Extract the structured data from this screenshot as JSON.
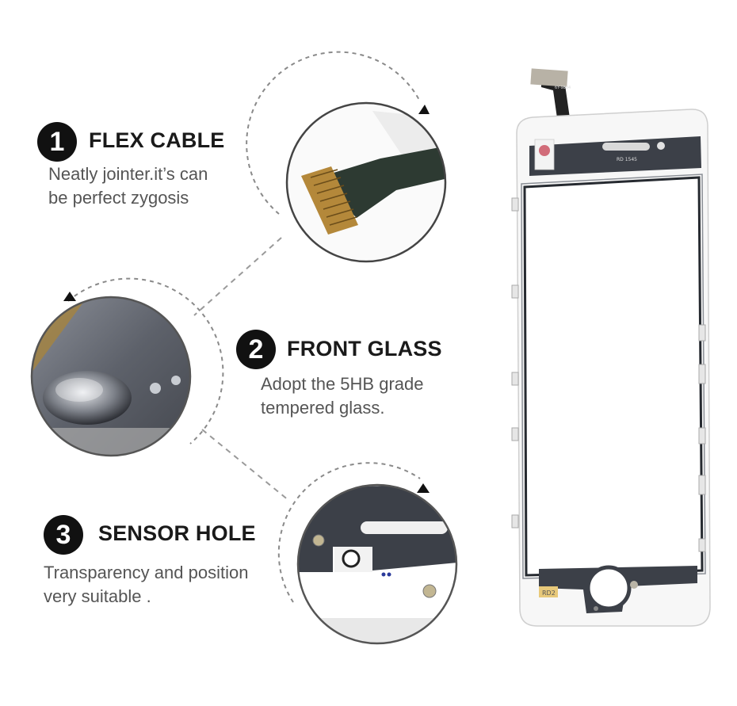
{
  "features": [
    {
      "number": "1",
      "title": "FLEX CABLE",
      "desc_lines": [
        "Neatly jointer.it’s can",
        "be perfect zygosis"
      ]
    },
    {
      "number": "2",
      "title": "FRONT GLASS",
      "desc_lines": [
        "Adopt the 5HB grade",
        "tempered glass."
      ]
    },
    {
      "number": "3",
      "title": "SENSOR HOLE",
      "desc_lines": [
        "Transparency and position",
        "very suitable ."
      ]
    }
  ],
  "product_labels": {
    "flex_code": "6Y-9804",
    "top_code": "RD 1545",
    "bottom_code": "RD2"
  },
  "colors": {
    "badge": "#111111",
    "title": "#1a1a1a",
    "desc": "#555555",
    "dashes": "#9a9a9a"
  }
}
